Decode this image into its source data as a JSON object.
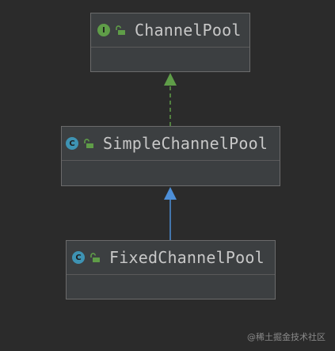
{
  "nodes": [
    {
      "title": "ChannelPool",
      "kind": "I",
      "kind_color": "#5f9d48",
      "icon": "interface-icon"
    },
    {
      "title": "SimpleChannelPool",
      "kind": "C",
      "kind_color": "#3e93b3",
      "icon": "class-icon"
    },
    {
      "title": "FixedChannelPool",
      "kind": "C",
      "kind_color": "#3e93b3",
      "icon": "class-icon"
    }
  ],
  "edges": [
    {
      "from": "SimpleChannelPool",
      "to": "ChannelPool",
      "relation": "implements",
      "style": "dashed",
      "color": "#5f9d48"
    },
    {
      "from": "FixedChannelPool",
      "to": "SimpleChannelPool",
      "relation": "extends",
      "style": "solid",
      "color": "#4d8fd8"
    }
  ],
  "colors": {
    "background": "#2b2b2b",
    "node_fill": "#3c3f41",
    "node_border": "#6b6b6b",
    "lock": "#5f9d48"
  },
  "watermark": "@稀土掘金技术社区"
}
